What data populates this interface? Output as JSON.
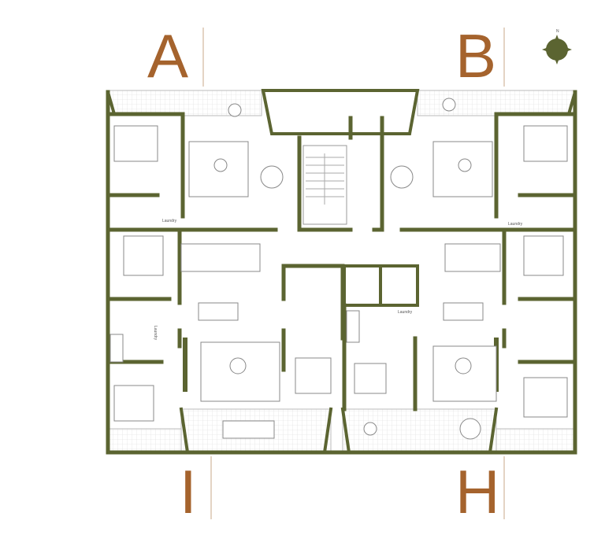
{
  "units": [
    {
      "id": "A",
      "label": "A"
    },
    {
      "id": "B",
      "label": "B"
    },
    {
      "id": "I",
      "label": "I"
    },
    {
      "id": "H",
      "label": "H"
    }
  ],
  "compass": {
    "label": "N",
    "icon": "compass-icon"
  },
  "room_labels": {
    "laundry_a": "Laundry",
    "laundry_b": "Laundry",
    "laundry_h": "Laundry",
    "laundry_i": "Laundry"
  },
  "colors": {
    "wall": "#5b6431",
    "unit_letter": "#a5632d",
    "compass": "#5b6431"
  }
}
